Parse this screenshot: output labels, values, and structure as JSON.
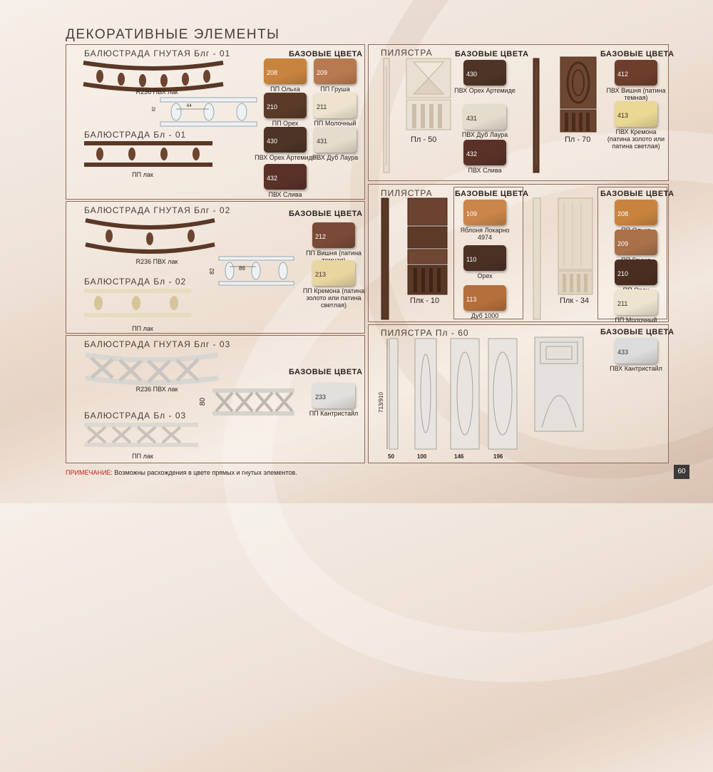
{
  "page": {
    "title": "ДЕКОРАТИВНЫЕ ЭЛЕМЕНТЫ",
    "note_label": "ПРИМЕЧАНИЕ:",
    "note_text": " Возможны расхождения в цвете прямых и гнутых элементов.",
    "page_number": "60"
  },
  "section1": {
    "title_a": "БАЛЮСТРАДА ГНУТАЯ Блг - 01",
    "caption_a": "R236 ПВХ лак",
    "title_b": "БАЛЮСТРАДА Бл - 01",
    "caption_b": "ПП лак",
    "dim_w": "64",
    "dim_h": "82",
    "base_colors": "БАЗОВЫЕ ЦВЕТА",
    "swatches": [
      {
        "code": "208",
        "label": "ПП Ольха",
        "color": "#c8843f"
      },
      {
        "code": "209",
        "label": "ПП Груша",
        "color": "#b77a50"
      },
      {
        "code": "210",
        "label": "ПП Орех",
        "color": "#5a3a28"
      },
      {
        "code": "211",
        "label": "ПП Молочный",
        "color": "#ede3cf"
      },
      {
        "code": "430",
        "label": "ПВХ Орех Артемиде",
        "color": "#4d3426"
      },
      {
        "code": "431",
        "label": "ПВХ Дуб Лаура",
        "color": "#e4dccc"
      },
      {
        "code": "432",
        "label": "ПВХ Слива",
        "color": "#5a3127"
      }
    ]
  },
  "section2": {
    "title_a": "БАЛЮСТРАДА ГНУТАЯ Блг - 02",
    "caption_a": "R236 ПВХ лак",
    "title_b": "БАЛЮСТРАДА Бл - 02",
    "caption_b": "ПП лак",
    "dim_w": "86",
    "dim_h": "82",
    "base_colors": "БАЗОВЫЕ ЦВЕТА",
    "swatches": [
      {
        "code": "212",
        "label": "ПП Вишня (патина темная)",
        "color": "#7a4a36"
      },
      {
        "code": "213",
        "label": "ПП Кремона (патина золото или патина светлая)",
        "color": "#e8d6a0"
      }
    ]
  },
  "section3": {
    "title_a": "БАЛЮСТРАДА ГНУТАЯ Блг - 03",
    "caption_a": "R236 ПВХ лак",
    "title_b": "БАЛЮСТРАДА Бл - 03",
    "caption_b": "ПП лак",
    "dim_h": "80",
    "base_colors": "БАЗОВЫЕ ЦВЕТА",
    "swatches": [
      {
        "code": "233",
        "label": "ПП Кантристайл",
        "color": "#e2e0dc"
      }
    ]
  },
  "section4": {
    "title": "ПИЛЯСТРА",
    "base_colors_a": "БАЗОВЫЕ ЦВЕТА",
    "base_colors_b": "БАЗОВЫЕ ЦВЕТА",
    "caption_a": "Пл - 50",
    "caption_b": "Пл - 70",
    "swatches_a": [
      {
        "code": "430",
        "label": "ПВХ Орех Артемиде",
        "color": "#4d3426"
      },
      {
        "code": "431",
        "label": "ПВХ Дуб Лаура",
        "color": "#e4dccc"
      },
      {
        "code": "432",
        "label": "ПВХ Слива",
        "color": "#5a3127"
      }
    ],
    "swatches_b": [
      {
        "code": "412",
        "label": "ПВХ Вишня (патина темная)",
        "color": "#6e3e2c"
      },
      {
        "code": "413",
        "label": "ПВХ Кремона (патина золото или патина светлая)",
        "color": "#ead894"
      }
    ]
  },
  "section5": {
    "title": "ПИЛЯСТРА",
    "base_colors_a": "БАЗОВЫЕ ЦВЕТА",
    "base_colors_b": "БАЗОВЫЕ ЦВЕТА",
    "caption_a": "Плк - 10",
    "caption_b": "Плк - 34",
    "swatches_a": [
      {
        "code": "109",
        "label": "Яблоня Локарно 4974",
        "color": "#c9854a"
      },
      {
        "code": "110",
        "label": "Орех",
        "color": "#4b3024"
      },
      {
        "code": "113",
        "label": "Дуб 1000",
        "color": "#b46f3c"
      }
    ],
    "swatches_b": [
      {
        "code": "208",
        "label": "ПП Ольха",
        "color": "#c8843f"
      },
      {
        "code": "209",
        "label": "ПП Груша",
        "color": "#a9714a"
      },
      {
        "code": "210",
        "label": "ПП Орех",
        "color": "#4a2e20"
      },
      {
        "code": "211",
        "label": "ПП Молочный",
        "color": "#ede3cf"
      }
    ]
  },
  "section6": {
    "title": "ПИЛЯСТРА Пл - 60",
    "base_colors": "БАЗОВЫЕ ЦВЕТА",
    "dim_h": "713/910",
    "dims": [
      "50",
      "100",
      "146",
      "196"
    ],
    "swatches": [
      {
        "code": "433",
        "label": "ПВХ Кантристайл",
        "color": "#dcdcdc"
      }
    ]
  },
  "colors": {
    "frame": "#8d6c5d",
    "wood_dark": "#5a3826",
    "wood_light": "#e8dcc0",
    "note_red": "#c32121"
  }
}
